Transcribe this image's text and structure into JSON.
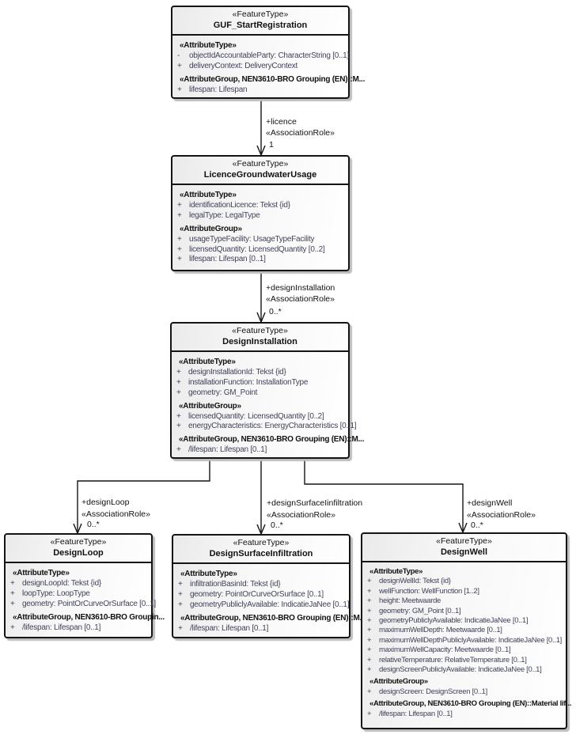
{
  "diagram": {
    "classes": [
      {
        "stereotype": "«FeatureType»",
        "name": "GUF_StartRegistration",
        "rows": [
          {
            "t": "group",
            "text": "«AttributeType»"
          },
          {
            "t": "attr",
            "vis": "-",
            "text": "objectIdAccountableParty: CharacterString [0..1]"
          },
          {
            "t": "attr",
            "vis": "+",
            "text": "deliveryContext: DeliveryContext"
          },
          {
            "t": "group",
            "text": "«AttributeGroup, NEN3610-BRO Grouping (EN)::M..."
          },
          {
            "t": "attr",
            "vis": "+",
            "text": "lifespan: Lifespan"
          }
        ]
      },
      {
        "stereotype": "«FeatureType»",
        "name": "LicenceGroundwaterUsage",
        "rows": [
          {
            "t": "group",
            "text": "«AttributeType»"
          },
          {
            "t": "attr",
            "vis": "+",
            "text": "identificationLicence: Tekst {id}"
          },
          {
            "t": "attr",
            "vis": "+",
            "text": "legalType: LegalType"
          },
          {
            "t": "group",
            "text": "«AttributeGroup»"
          },
          {
            "t": "attr",
            "vis": "+",
            "text": "usageTypeFacility: UsageTypeFacility"
          },
          {
            "t": "attr",
            "vis": "+",
            "text": "licensedQuantity: LicensedQuantity [0..2]"
          },
          {
            "t": "attr",
            "vis": "+",
            "text": "lifespan: Lifespan [0..1]"
          }
        ]
      },
      {
        "stereotype": "«FeatureType»",
        "name": "DesignInstallation",
        "rows": [
          {
            "t": "group",
            "text": "«AttributeType»"
          },
          {
            "t": "attr",
            "vis": "+",
            "text": "designInstallationId: Tekst {id}"
          },
          {
            "t": "attr",
            "vis": "+",
            "text": "installationFunction: InstallationType"
          },
          {
            "t": "attr",
            "vis": "+",
            "text": "geometry: GM_Point"
          },
          {
            "t": "group",
            "text": "«AttributeGroup»"
          },
          {
            "t": "attr",
            "vis": "+",
            "text": "licensedQuantity: LicensedQuantity [0..2]"
          },
          {
            "t": "attr",
            "vis": "+",
            "text": "energyCharacteristics: EnergyCharacteristics [0..1]"
          },
          {
            "t": "group",
            "text": "«AttributeGroup, NEN3610-BRO Grouping (EN)::M..."
          },
          {
            "t": "attr",
            "vis": "+",
            "text": "/lifespan: Lifespan [0..1]"
          }
        ]
      },
      {
        "stereotype": "«FeatureType»",
        "name": "DesignLoop",
        "rows": [
          {
            "t": "group",
            "text": "«AttributeType»"
          },
          {
            "t": "attr",
            "vis": "+",
            "text": "designLoopId: Tekst {id}"
          },
          {
            "t": "attr",
            "vis": "+",
            "text": "loopType: LoopType"
          },
          {
            "t": "attr",
            "vis": "+",
            "text": "geometry: PointOrCurveOrSurface [0..1]"
          },
          {
            "t": "group",
            "text": "«AttributeGroup, NEN3610-BRO Groupin..."
          },
          {
            "t": "attr",
            "vis": "+",
            "text": "/lifespan: Lifespan [0..1]"
          }
        ]
      },
      {
        "stereotype": "«FeatureType»",
        "name": "DesignSurfaceInfiltration",
        "rows": [
          {
            "t": "group",
            "text": "«AttributeType»"
          },
          {
            "t": "attr",
            "vis": "+",
            "text": "infiltrationBasinId: Tekst {id}"
          },
          {
            "t": "attr",
            "vis": "+",
            "text": "geometry: PointOrCurveOrSurface [0..1]"
          },
          {
            "t": "attr",
            "vis": "+",
            "text": "geometryPubliclyAvailable: IndicatieJaNee [0..1]"
          },
          {
            "t": "group",
            "text": "«AttributeGroup, NEN3610-BRO Grouping (EN)::M..."
          },
          {
            "t": "attr",
            "vis": "+",
            "text": "/lifespan: Lifespan [0..1]"
          }
        ]
      },
      {
        "stereotype": "«FeatureType»",
        "name": "DesignWell",
        "rows": [
          {
            "t": "group",
            "text": "«AttributeType»"
          },
          {
            "t": "attr",
            "vis": "+",
            "text": "designWellId: Tekst {id}"
          },
          {
            "t": "attr",
            "vis": "+",
            "text": "wellFunction: WellFunction [1..2]"
          },
          {
            "t": "attr",
            "vis": "+",
            "text": "height: Meetwaarde"
          },
          {
            "t": "attr",
            "vis": "+",
            "text": "geometry: GM_Point [0..1]"
          },
          {
            "t": "attr",
            "vis": "+",
            "text": "geometryPubliclyAvailable: IndicatieJaNee [0..1]"
          },
          {
            "t": "attr",
            "vis": "+",
            "text": "maximumWellDepth: Meetwaarde [0..1]"
          },
          {
            "t": "attr",
            "vis": "+",
            "text": "maximumWellDepthPubliclyAvailable: IndicatieJaNee [0..1]"
          },
          {
            "t": "attr",
            "vis": "+",
            "text": "maximumWellCapacity: Meetwaarde [0..1]"
          },
          {
            "t": "attr",
            "vis": "+",
            "text": "relativeTemperature: RelativeTemperature [0..1]"
          },
          {
            "t": "attr",
            "vis": "+",
            "text": "designScreenPubliclyAvailable: IndicatieJaNee [0..1]"
          },
          {
            "t": "group",
            "text": "«AttributeGroup»"
          },
          {
            "t": "attr",
            "vis": "+",
            "text": "designScreen: DesignScreen [0..1]"
          },
          {
            "t": "group",
            "text": "«AttributeGroup, NEN3610-BRO Grouping (EN)::Material lif..."
          },
          {
            "t": "attr",
            "vis": "+",
            "text": "/lifespan: Lifespan [0..1]"
          }
        ]
      }
    ],
    "connectors": [
      {
        "role": "+licence",
        "stereotype": "«AssociationRole»",
        "multiplicity": "1"
      },
      {
        "role": "+designInstallation",
        "stereotype": "«AssociationRole»",
        "multiplicity": "0..*"
      },
      {
        "role": "+designLoop",
        "stereotype": "«AssociationRole»",
        "multiplicity": "0..*"
      },
      {
        "role": "+designSurfaceIinfiltration",
        "stereotype": "«AssociationRole»",
        "multiplicity": "0..*"
      },
      {
        "role": "+designWell",
        "stereotype": "«AssociationRole»",
        "multiplicity": "0..*"
      }
    ],
    "colors": {
      "line": "#141414",
      "attribute_text": "#41435a",
      "box_fill_start": "#eaeaea",
      "box_fill_end": "#ffffff",
      "shadow": "#bdbdbd"
    }
  }
}
